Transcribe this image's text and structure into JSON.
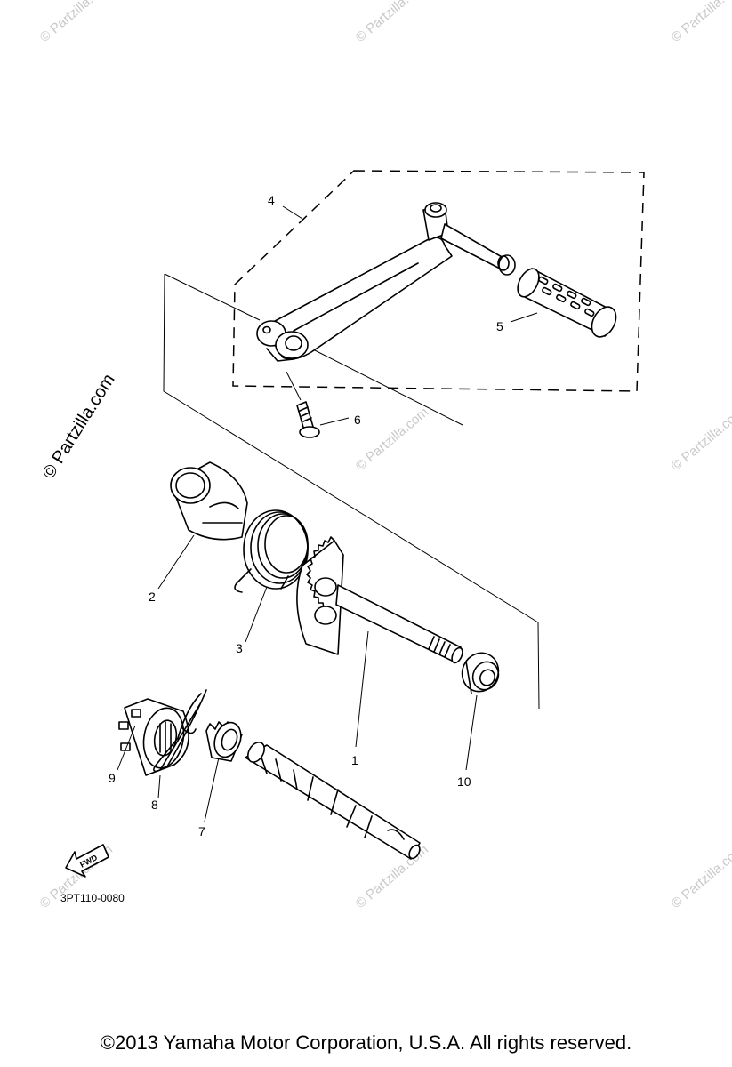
{
  "diagram": {
    "callouts": {
      "c1": "1",
      "c2": "2",
      "c3": "3",
      "c4": "4",
      "c5": "5",
      "c6": "6",
      "c7": "7",
      "c8": "8",
      "c9": "9",
      "c10": "10"
    },
    "part_code": "3PT110-0080",
    "fwd_label": "FWD",
    "watermark_main": "© Partzilla.com",
    "watermark_faint": "© Partzilla.com"
  },
  "footer": {
    "copyright": "©2013  Yamaha Motor Corporation, U.S.A. All rights reserved."
  }
}
